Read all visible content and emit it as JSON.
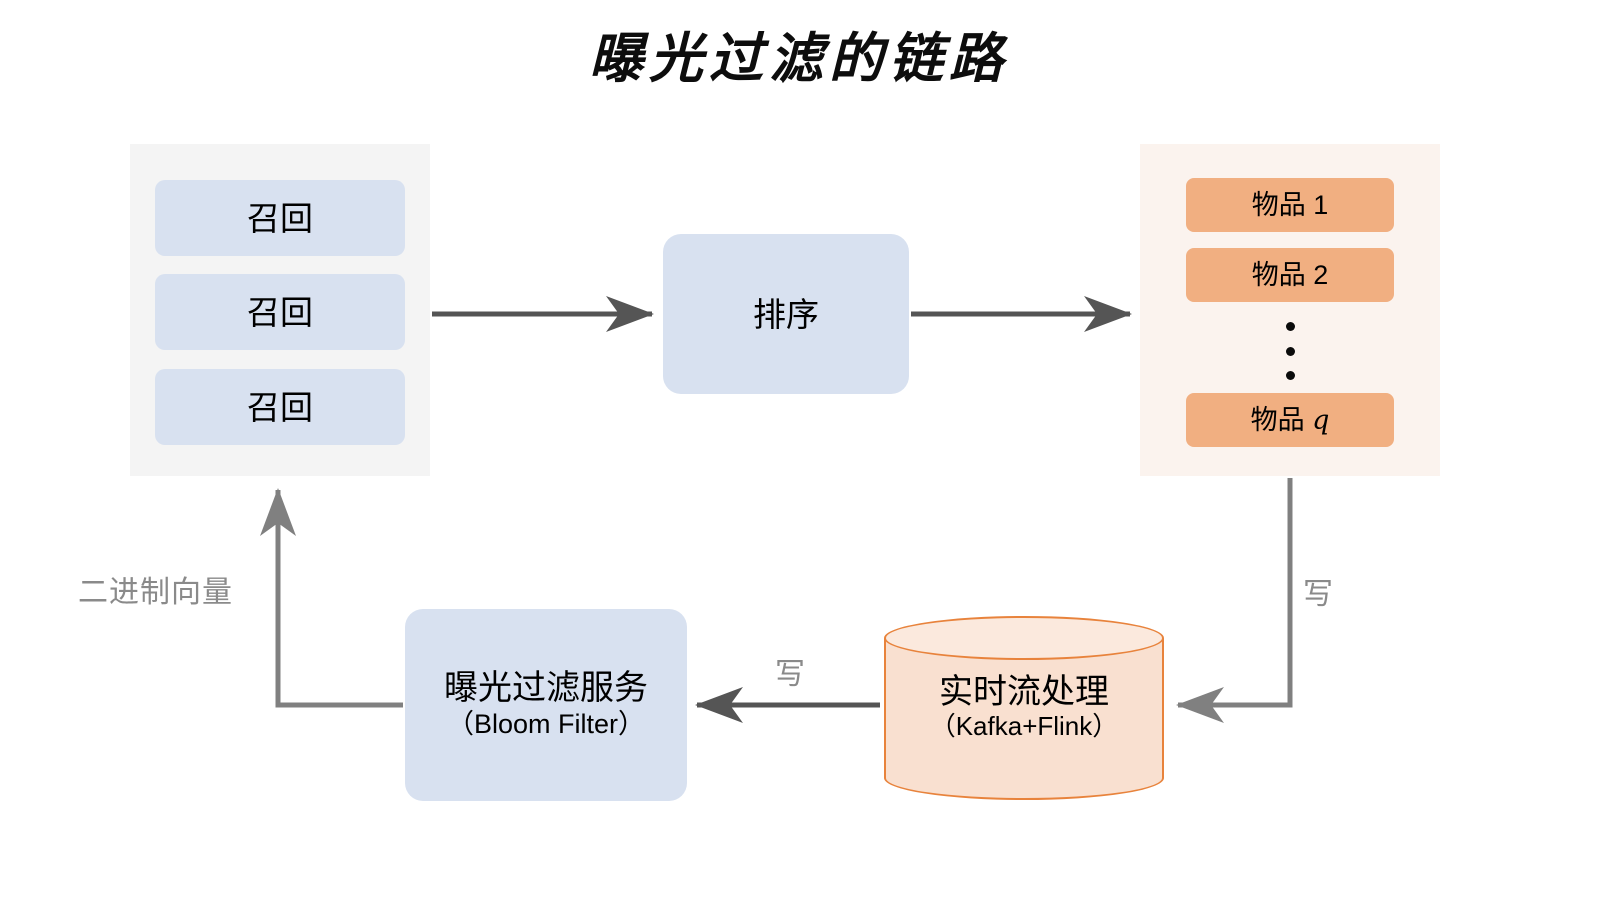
{
  "title": "曝光过滤的链路",
  "recall_panel": {
    "name": "recall-stage",
    "boxes": [
      {
        "label": "召回"
      },
      {
        "label": "召回"
      },
      {
        "label": "召回"
      }
    ]
  },
  "rank": {
    "label": "排序"
  },
  "items_panel": {
    "name": "ranked-items",
    "items": [
      {
        "label": "物品",
        "index": "1",
        "italic": false
      },
      {
        "label": "物品",
        "index": "2",
        "italic": false
      },
      {
        "label": "物品",
        "index": "q",
        "italic": true
      }
    ],
    "ellipsis": "⋮"
  },
  "bloom_service": {
    "main": "曝光过滤服务",
    "sub": "（Bloom Filter）"
  },
  "stream_processing": {
    "main": "实时流处理",
    "sub": "（Kafka+Flink）"
  },
  "edges": {
    "binary_vector": "二进制向量",
    "write_middle": "写",
    "write_right": "写"
  },
  "colors": {
    "blue_fill": "#d8e1f0",
    "orange_fill": "#f1af81",
    "recall_panel_bg": "#f4f4f4",
    "items_panel_bg": "#fbf3ee",
    "cylinder_stroke": "#e8833c",
    "cylinder_fill": "#f9e0d0",
    "arrow_dark": "#555555",
    "arrow_light": "#808080",
    "label_gray": "#8a8a8a"
  }
}
